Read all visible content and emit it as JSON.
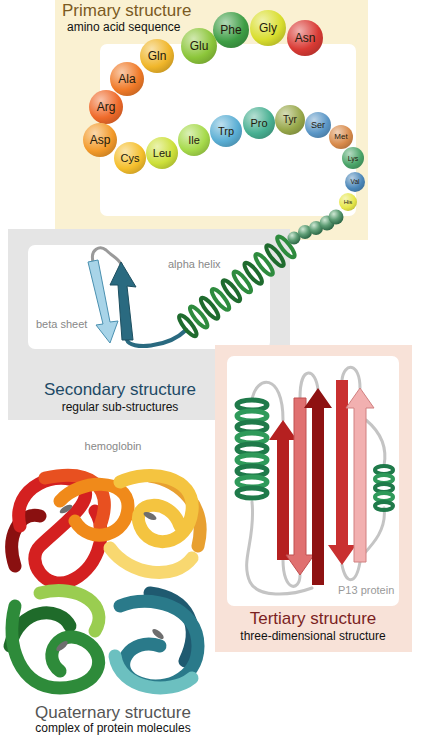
{
  "diagram": {
    "nodes": [
      {
        "text": [
          "Primary structure",
          "amino acid sequence"
        ]
      },
      {
        "text": [
          "Asn"
        ],
        "in": 0
      },
      {
        "text": [
          "Gly"
        ],
        "in": 0
      },
      {
        "text": [
          "Phe"
        ],
        "in": 0
      },
      {
        "text": [
          "Glu"
        ],
        "in": 0
      },
      {
        "text": [
          "Gln"
        ],
        "in": 0
      },
      {
        "text": [
          "Ala"
        ],
        "in": 0
      },
      {
        "text": [
          "Arg"
        ],
        "in": 0
      },
      {
        "text": [
          "Asp"
        ],
        "in": 0
      },
      {
        "text": [
          "Cys"
        ],
        "in": 0
      },
      {
        "text": [
          "Leu"
        ],
        "in": 0
      },
      {
        "text": [
          "Ile"
        ],
        "in": 0
      },
      {
        "text": [
          "Trp"
        ],
        "in": 0
      },
      {
        "text": [
          "Pro"
        ],
        "in": 0
      },
      {
        "text": [
          "Tyr"
        ],
        "in": 0
      },
      {
        "text": [
          "Ser"
        ],
        "in": 0
      },
      {
        "text": [
          "Met"
        ],
        "in": 0
      },
      {
        "text": [
          "Lys"
        ],
        "in": 0
      },
      {
        "text": [
          "Val"
        ],
        "in": 0
      },
      {
        "text": [
          "His"
        ],
        "in": 0
      },
      {
        "text": [
          "Secondary structure",
          "regular sub-structures"
        ]
      },
      {
        "text": [
          "Tertiary structure",
          "three-dimensional structure"
        ]
      }
    ],
    "labels": [
      "alpha helix",
      "beta sheet",
      "hemoglobin",
      "P13 protein",
      "Quaternary structure",
      "complex of protein molecules"
    ]
  }
}
